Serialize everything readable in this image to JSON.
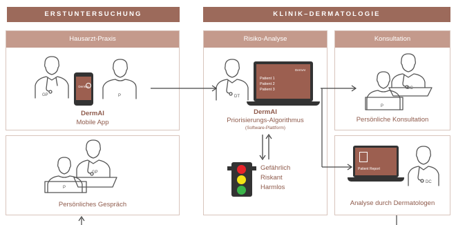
{
  "sections": {
    "left_title": "ERSTUNTERSUCHUNG",
    "right_title": "KLINIK–DERMATOLOGIE"
  },
  "boxes": {
    "gp_practice": {
      "title": "Hausarzt-Praxis",
      "app_name": "DermAI",
      "app_sub": "Mobile App",
      "phone_logo": "DermAI",
      "gp_badge": "GP",
      "patient_badge": "P"
    },
    "personal_talk": {
      "caption": "Persönliches Gespräch",
      "gp_badge": "GP",
      "patient_badge": "P"
    },
    "risk": {
      "title": "Risiko-Analyse",
      "dt_badge": "DT",
      "laptop_logo": "DermAI",
      "patients": [
        "Patient 1",
        "Patient 2",
        "Patient 3"
      ],
      "algo_name": "DermAI",
      "algo_sub": "Priorisierungs-Algorithmus",
      "algo_note": "(Software-Plattform)",
      "levels": [
        "Gefährlich",
        "Riskant",
        "Harmlos"
      ]
    },
    "consult": {
      "title": "Konsultation",
      "caption": "Persönliche Konsultation",
      "dc_badge": "DC",
      "patient_badge": "P"
    },
    "derm": {
      "caption": "Analyse durch Dermatologen",
      "report_label": "Patient Report",
      "dc_badge": "DC"
    }
  },
  "colors": {
    "banner": "#9c6a5b",
    "box_header": "#c49a8c",
    "caption": "#8e5a4b",
    "light_red": "#e8232a",
    "light_yellow": "#f3e316",
    "light_green": "#3bb54a"
  }
}
